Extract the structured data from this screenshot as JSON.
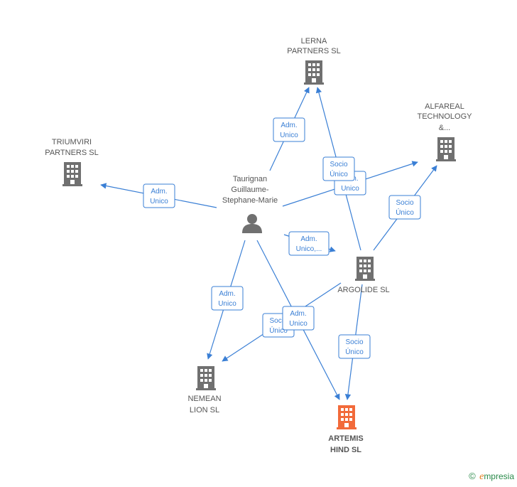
{
  "colors": {
    "edge": "#3a7fd5",
    "building": "#707070",
    "focus_building": "#f26a3a",
    "person": "#707070"
  },
  "nodes": {
    "lerna": {
      "line1": "LERNA",
      "line2": "PARTNERS  SL",
      "icon": "building-icon"
    },
    "alfareal": {
      "line1": "ALFAREAL",
      "line2": "TECHNOLOGY",
      "line3": "&...",
      "icon": "building-icon"
    },
    "triumviri": {
      "line1": "TRIUMVIRI",
      "line2": "PARTNERS  SL",
      "icon": "building-icon"
    },
    "person": {
      "line1": "Taurignan",
      "line2": "Guillaume-",
      "line3": "Stephane-Marie",
      "icon": "person-icon"
    },
    "argolide": {
      "line1": "ARGOLIDE  SL",
      "icon": "building-icon"
    },
    "nemean": {
      "line1": "NEMEAN",
      "line2": "LION  SL",
      "icon": "building-icon"
    },
    "artemis": {
      "line1": "ARTEMIS",
      "line2": "HIND  SL",
      "icon": "building-icon"
    }
  },
  "edges": {
    "person_lerna": {
      "l1": "Adm.",
      "l2": "Unico"
    },
    "person_triumviri": {
      "l1": "Adm.",
      "l2": "Unico"
    },
    "person_alfareal": {
      "l1": "Adm.",
      "l2": "Unico"
    },
    "argolide_lerna": {
      "l1": "Socio",
      "l2": "Único"
    },
    "argolide_alfareal": {
      "l1": "Socio",
      "l2": "Único"
    },
    "person_argolide": {
      "l1": "Adm.",
      "l2": "Unico,..."
    },
    "person_nemean": {
      "l1": "Adm.",
      "l2": "Unico"
    },
    "argolide_nemean": {
      "l1": "Socio",
      "l2": "Único"
    },
    "person_artemis": {
      "l1": "Adm.",
      "l2": "Unico"
    },
    "argolide_artemis": {
      "l1": "Socio",
      "l2": "Único"
    }
  },
  "footer": {
    "copyright": "©",
    "brand_initial": "e",
    "brand_rest": "mpresia"
  }
}
